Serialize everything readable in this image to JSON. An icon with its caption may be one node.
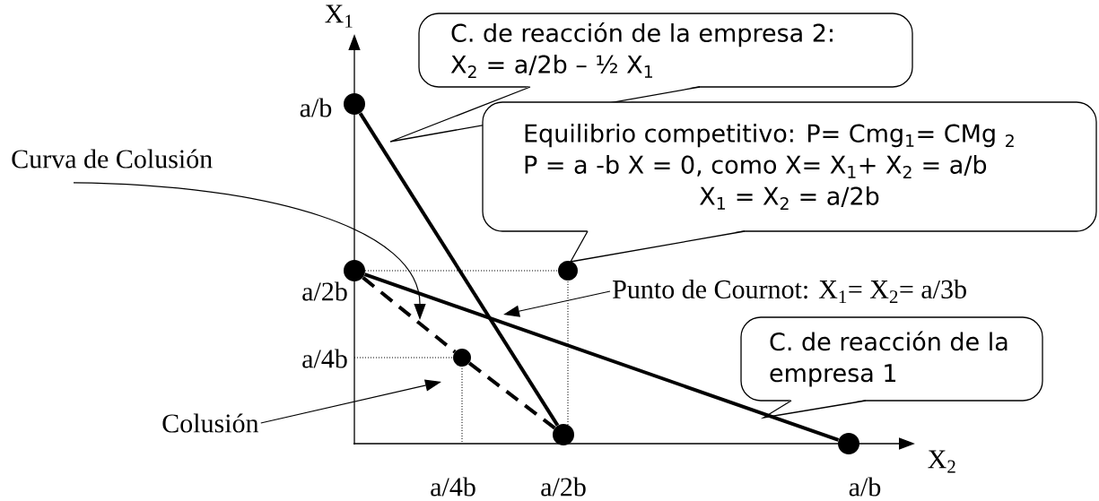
{
  "diagram": {
    "nodes": [
      {
        "text": [
          "C. de reacción de la empresa 2:",
          "X$_{2}$ = a/2b – ½ X$_{1}$"
        ]
      },
      {
        "text": [
          "Equilibrio competitivo: P= Cmg$_{1}$= CMg $_{2}$",
          "P = a -b X = 0, como X= X$_{1}$+ X$_{2}$ = a/b",
          "X$_{1}$ = X$_{2}$ = a/2b"
        ]
      },
      {
        "text": [
          "Curva de Colusión"
        ]
      },
      {
        "text": [
          "Punto de Cournot: X$_{1}$= X$_{2}$= a/3b"
        ]
      },
      {
        "text": [
          "C. de reacción de la empresa 1"
        ]
      },
      {
        "text": [
          "Colusión"
        ]
      },
      {
        "text": [],
        "shape": "circle"
      },
      {
        "text": [],
        "shape": "circle"
      },
      {
        "text": [],
        "shape": "circle"
      },
      {
        "text": [],
        "shape": "circle"
      },
      {
        "text": [],
        "shape": "circle"
      },
      {
        "text": [],
        "shape": "circle"
      }
    ],
    "edges": [
      {
        "from": 6,
        "to": 9,
        "arrow": "none"
      },
      {
        "from": 7,
        "to": 11,
        "arrow": "none"
      },
      {
        "from": 7,
        "to": 8,
        "arrow": "none",
        "style": "dashed"
      },
      {
        "from": 8,
        "to": 9,
        "arrow": "none",
        "style": "dashed"
      },
      {
        "from": 2,
        "to": null,
        "arrow": "to"
      },
      {
        "from": 3,
        "to": null,
        "arrow": "to"
      },
      {
        "from": 5,
        "to": null,
        "arrow": "to"
      }
    ],
    "labels": [
      "X$_{1}$",
      "a/b",
      "a/2b",
      "a/4b",
      "X$_{2}$",
      "a/4b",
      "a/2b",
      "a/b"
    ]
  }
}
